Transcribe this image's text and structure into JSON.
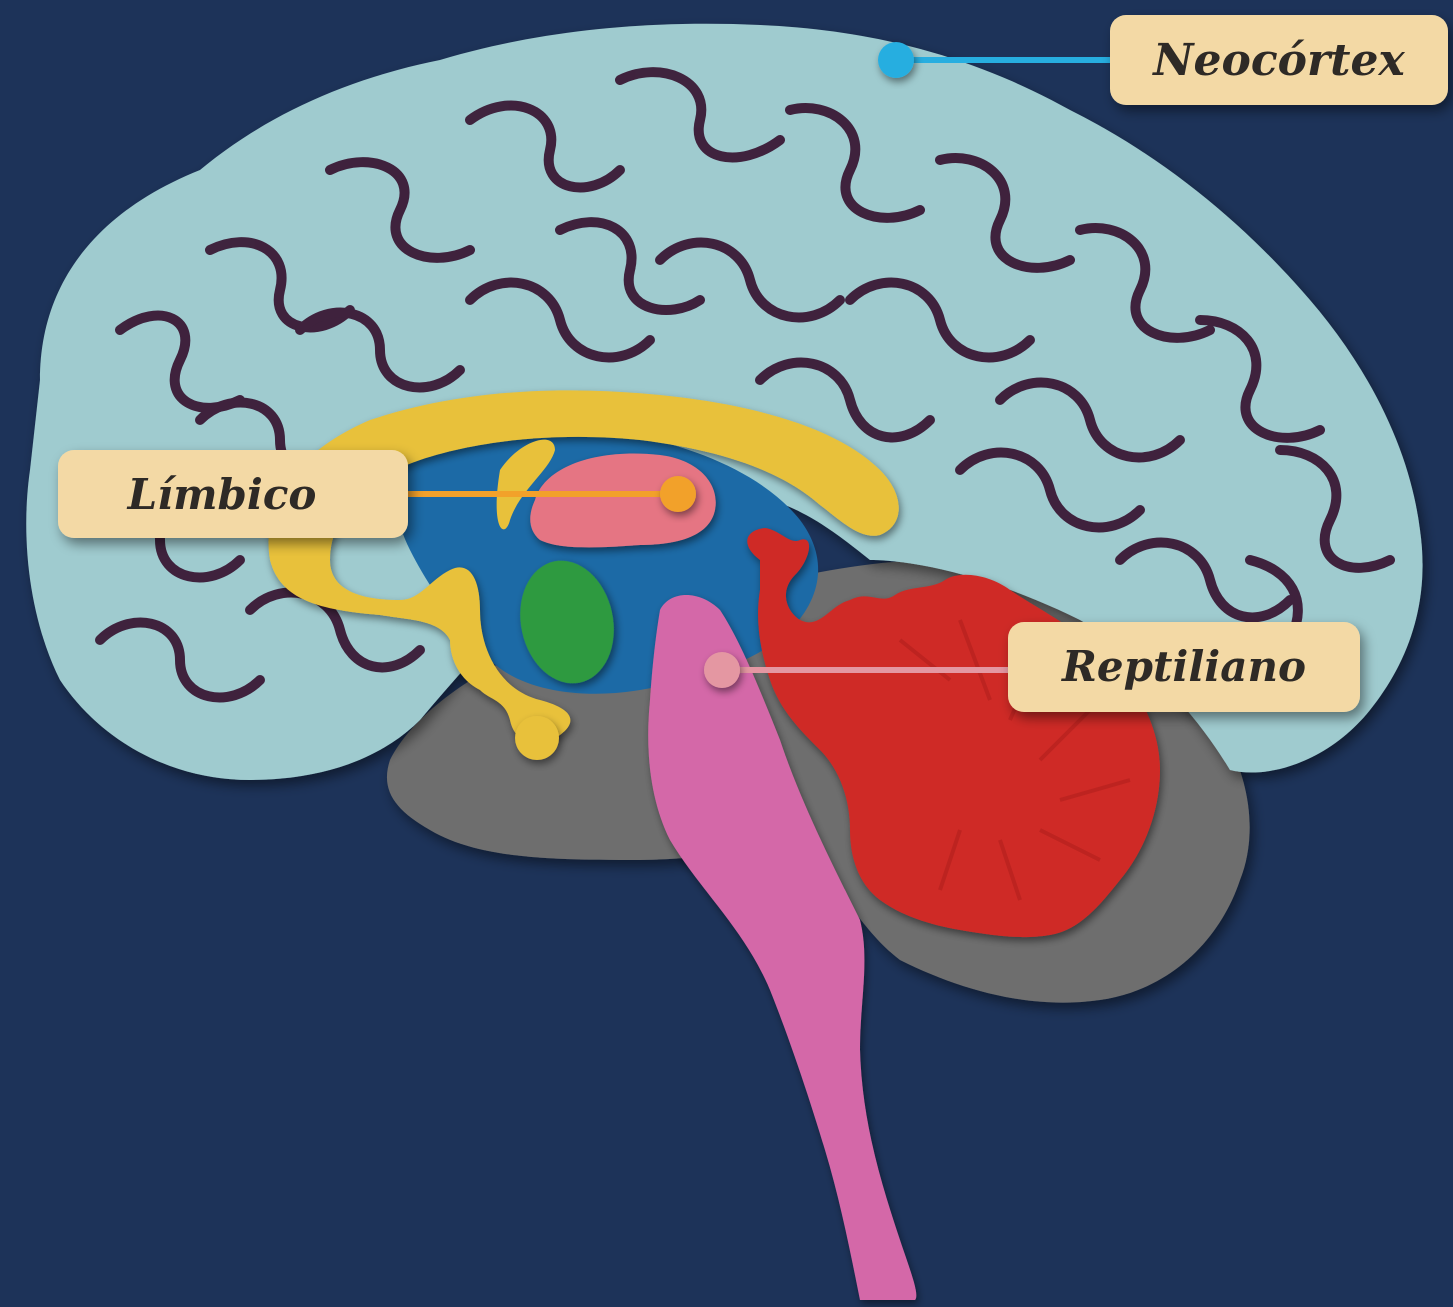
{
  "labels": {
    "neocortex": "Neocórtex",
    "limbico": "Límbico",
    "reptiliano": "Reptiliano"
  },
  "colors": {
    "background": "#1d3359",
    "neocortex": "#9fcbcf",
    "gyri_gap": "#3a1a36",
    "ventricle": "#1c6aa6",
    "limbic_fornix": "#e8c13b",
    "thalamus": "#e57483",
    "amygdala": "#2f9a41",
    "brainstem": "#d467a8",
    "cerebellum_gray": "#6e6e6e",
    "cerebellum_red": "#cf2a26",
    "label_card": "#f3d9a5",
    "neocortex_line": "#27aee0",
    "limbic_line": "#f2a12a",
    "reptilian_line": "#e497a2"
  }
}
